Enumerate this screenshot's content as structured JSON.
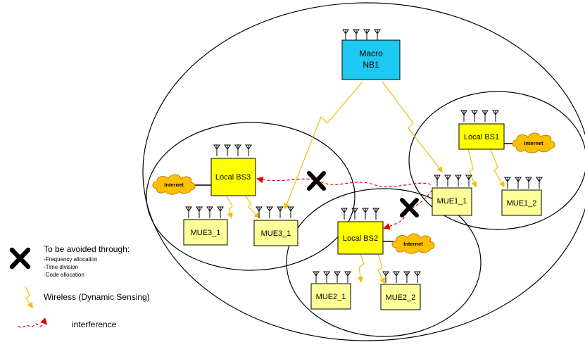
{
  "nodes": {
    "macro": [
      "Macro",
      "NB1"
    ],
    "local_bs1": "Local BS1",
    "local_bs2": "Local BS2",
    "local_bs3": "Local BS3",
    "mue1_1": "MUE1_1",
    "mue1_2": "MUE1_2",
    "mue2_1": "MUE2_1",
    "mue2_2": "MUE2_2",
    "mue3_1a": "MUE3_1",
    "mue3_1b": "MUE3_1"
  },
  "internet_label": "Internet",
  "legend": {
    "avoid_title": "To be avoided through:",
    "avoid_items": [
      "-Frequency allocation",
      "-Time division",
      "-Code allocation"
    ],
    "wireless": "Wireless (Dynamic Sensing)",
    "interference": "interference"
  },
  "colors": {
    "macro_fill": "#1ec8f0",
    "box_fill": "#ffff00",
    "mue_fill": "#ffff99",
    "cloud_fill": "#ffc000",
    "wireless_line": "#f0c000",
    "interference_line": "#e00000"
  }
}
